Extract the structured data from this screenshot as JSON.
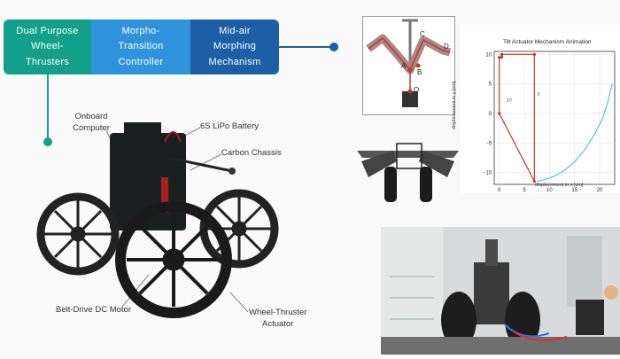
{
  "banner": {
    "items": [
      {
        "label": "Dual Purpose\nWheel-\nThrusters"
      },
      {
        "label": "Morpho-\nTransition\nController"
      },
      {
        "label": "Mid-air\nMorphing\nMechanism"
      }
    ],
    "colors": {
      "teal": "#13a08a",
      "blue": "#2f93dc",
      "navy": "#1d5fa6"
    }
  },
  "robot_callouts": {
    "onboard_computer": "Onboard\nComputer",
    "battery": "6S LiPo Battery",
    "chassis": "Carbon Chassis",
    "motor": "Belt-Drive DC Motor",
    "actuator": "Wheel-Thruster\nActuator"
  },
  "mechanism_diagram": {
    "labels": {
      "c": "C",
      "d": "D",
      "a": "A",
      "b": "B",
      "o": "O"
    }
  },
  "chart_data": {
    "type": "line",
    "title": "Tilt Actuator Mechanism Animation",
    "xlabel": "displacement in x [cm]",
    "ylabel": "displacement in y [cm]",
    "xlim": [
      -1,
      23
    ],
    "ylim": [
      -12,
      10.5
    ],
    "x_ticks": [
      0,
      5,
      10,
      15,
      20
    ],
    "y_ticks": [
      10,
      5,
      0,
      -5,
      -10
    ],
    "series": [
      {
        "color": "#5bc0de",
        "x": [
          7.5,
          9,
          11,
          13,
          15,
          17,
          19,
          20.5,
          21.5,
          22.5
        ],
        "y": [
          -11.5,
          -11.2,
          -10.6,
          -9.6,
          -8.2,
          -6.2,
          -3.5,
          -1,
          1.5,
          5
        ]
      },
      {
        "color": "#c0392b",
        "x": [
          0.5,
          0.5,
          7,
          7,
          0,
          0
        ],
        "y": [
          9.5,
          10,
          10,
          -11.5,
          0,
          9.5
        ]
      }
    ],
    "annotations": [
      "10",
      "0",
      "0"
    ]
  }
}
